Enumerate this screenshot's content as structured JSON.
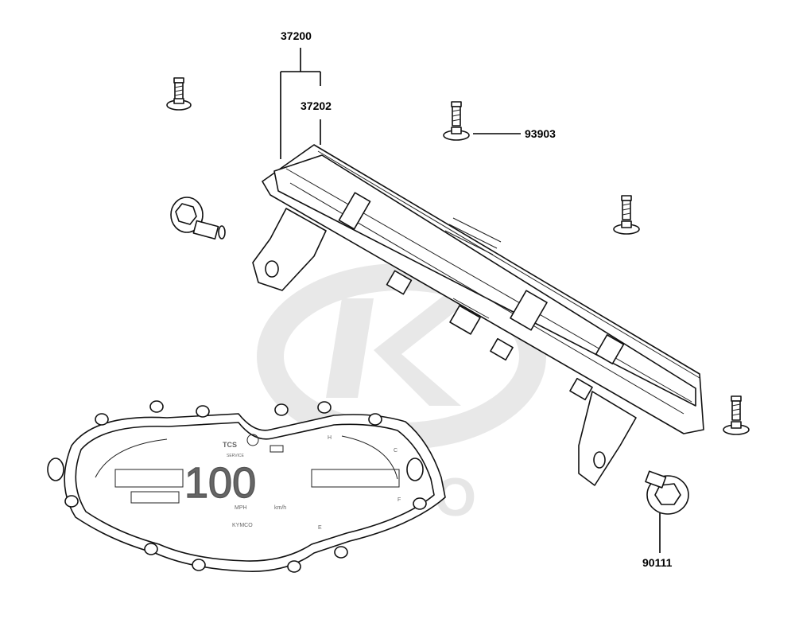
{
  "diagram": {
    "watermark": "KYMCO",
    "part_labels": [
      {
        "id": "37200",
        "text": "37200"
      },
      {
        "id": "37202",
        "text": "37202"
      },
      {
        "id": "93903",
        "text": "93903"
      },
      {
        "id": "90111",
        "text": "90111"
      }
    ],
    "dashboard": {
      "indicators": {
        "tcs": "TCS",
        "service": "SERVICE",
        "speed_digits": "100",
        "unit_mph": "MPH",
        "unit_kmh": "km/h",
        "brand": "KYMCO",
        "fuel_letters": [
          "E",
          "F"
        ],
        "temp_letters": [
          "C",
          "H"
        ]
      }
    }
  }
}
